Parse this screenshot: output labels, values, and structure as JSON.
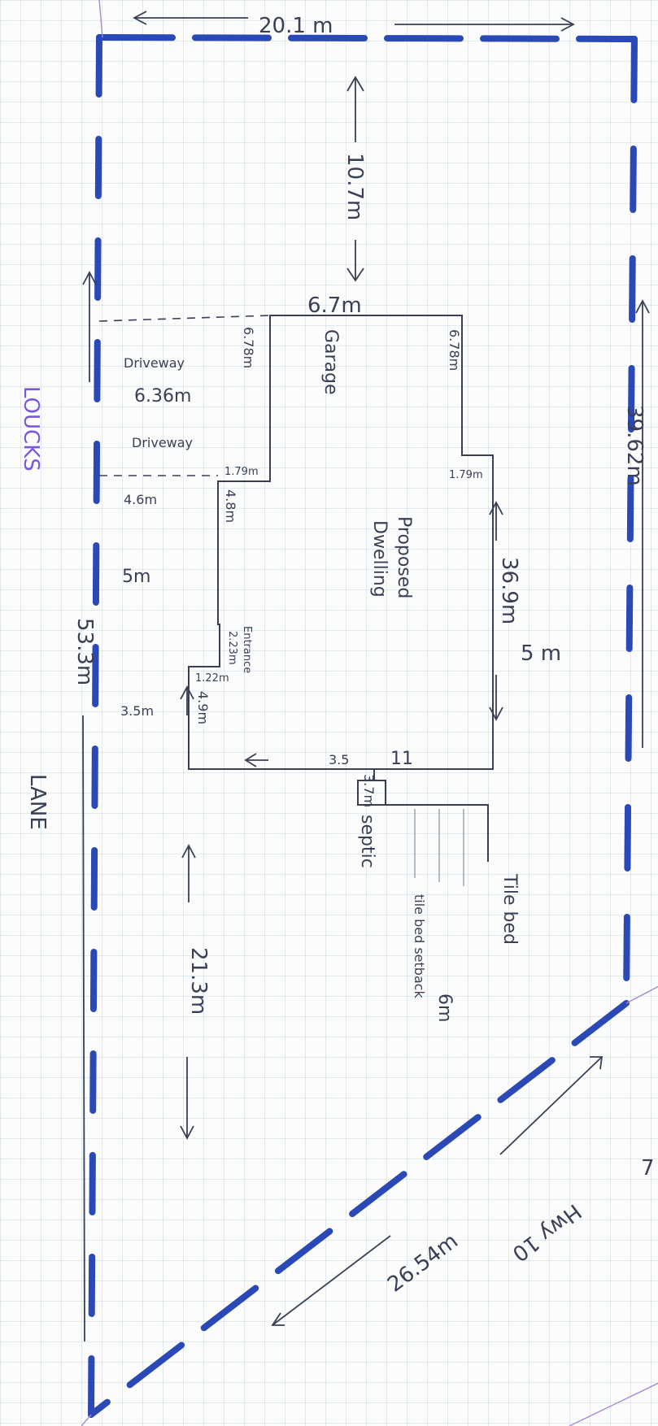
{
  "labels": {
    "top_width": "20.1 m",
    "top_setback": "10.7m",
    "garage_width": "6.7m",
    "garage": "Garage",
    "garage_left_depth": "6.78m",
    "garage_right_depth": "6.78m",
    "driveway_top": "Driveway",
    "driveway_width": "6.36m",
    "driveway_bottom": "Driveway",
    "step_left_garage": "1.79m",
    "step_right_garage": "1.79m",
    "dwelling_line1": "Proposed",
    "dwelling_line2": "Dwelling",
    "side_left_upper": "4.6m",
    "left_seg_upper": "4.8m",
    "side_left_mid": "5m",
    "entrance": "Entrance",
    "entrance_width": "2.23m",
    "entrance_step": "1.22m",
    "side_left_lower": "3.5m",
    "left_seg_lower": "4.9m",
    "dwelling_depth": "36.9m",
    "side_right": "5 m",
    "dwelling_back_width": "11",
    "rear_gap": "3.7m",
    "rear_gap_prefix": "3.5",
    "septic": "septic",
    "tile_bed": "Tile bed",
    "tile_bed_setback": "tile bed setback",
    "tile_bed_setback_dist": "6m",
    "rear_setback": "21.3m",
    "left_total": "53.3m",
    "right_total": "39.62m",
    "diagonal_length": "26.54m",
    "road_left_line1": "LOUCKS",
    "road_left_line2": "LANE",
    "road_right": "Hwy 10",
    "corner_mark": "7"
  },
  "colors": {
    "boundary": "#2a48b6",
    "pencil": "#3a3f55",
    "grid": "#a8c7cf",
    "road_label": "#7a57d6"
  }
}
